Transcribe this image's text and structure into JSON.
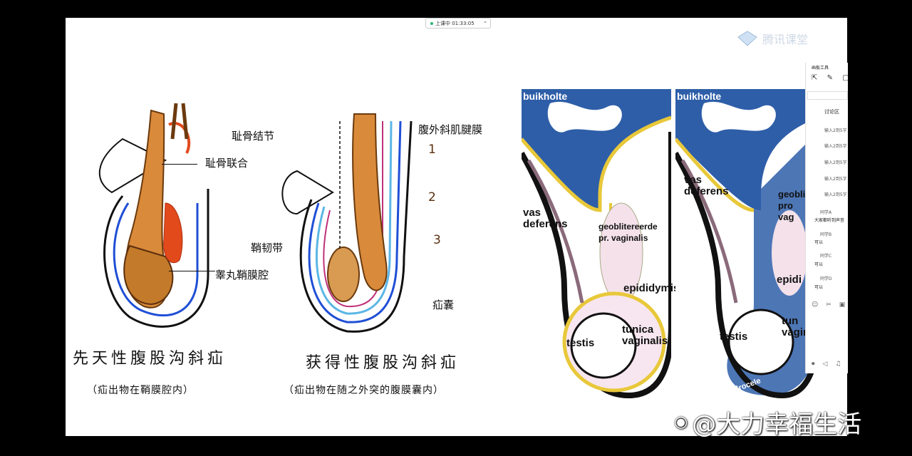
{
  "status_bar": {
    "text": "上课中 01:33:05"
  },
  "watermark_top": "腾讯课堂",
  "watermark_bottom": "@大力幸福生活",
  "panel": {
    "title": "画板工具",
    "discussion_title": "讨论区",
    "items": [
      "输入2到5字",
      "输入2到5字",
      "输入2到5字",
      "输入2到5字",
      "输入2到5字"
    ],
    "messages": [
      {
        "name": "同学A",
        "text": "大家都听到声音"
      },
      {
        "name": "同学B",
        "text": "可以"
      },
      {
        "name": "同学C",
        "text": "可以"
      },
      {
        "name": "同学D",
        "text": "可以"
      }
    ]
  },
  "diagram1": {
    "labels": {
      "pubic_tubercle": "耻骨联合",
      "gubernaculum": "鞘韧带",
      "tunica_cavity": "睾丸鞘膜腔"
    },
    "caption": "先天性腹股沟斜疝",
    "subcaption": "（疝出物在鞘膜腔内）"
  },
  "diagram2": {
    "labels": {
      "pubic_tubercle": "耻骨结节",
      "ext_oblique": "腹外斜肌腱膜",
      "hernia_sac": "疝囊"
    },
    "numbers": [
      "1",
      "2",
      "3"
    ],
    "caption": "获得性腹股沟斜疝",
    "subcaption": "（疝出物在随之外突的腹膜囊内）"
  },
  "diagram3": {
    "labels": {
      "top": "buikholte",
      "vas": "vas\ndeferens",
      "geo": "geoblitereerde\npr. vaginalis",
      "epididymis": "epididymis",
      "testis": "testis",
      "tunica": "tunica\nvaginalis"
    }
  },
  "diagram4": {
    "labels": {
      "top": "buikholte",
      "vas": "vas\ndeferens",
      "geo": "geobli\npro\nvag",
      "epididymis": "epidi",
      "testis": "testis",
      "tunica": "tun\nvagir",
      "hydrocele": "hydrocele"
    }
  }
}
